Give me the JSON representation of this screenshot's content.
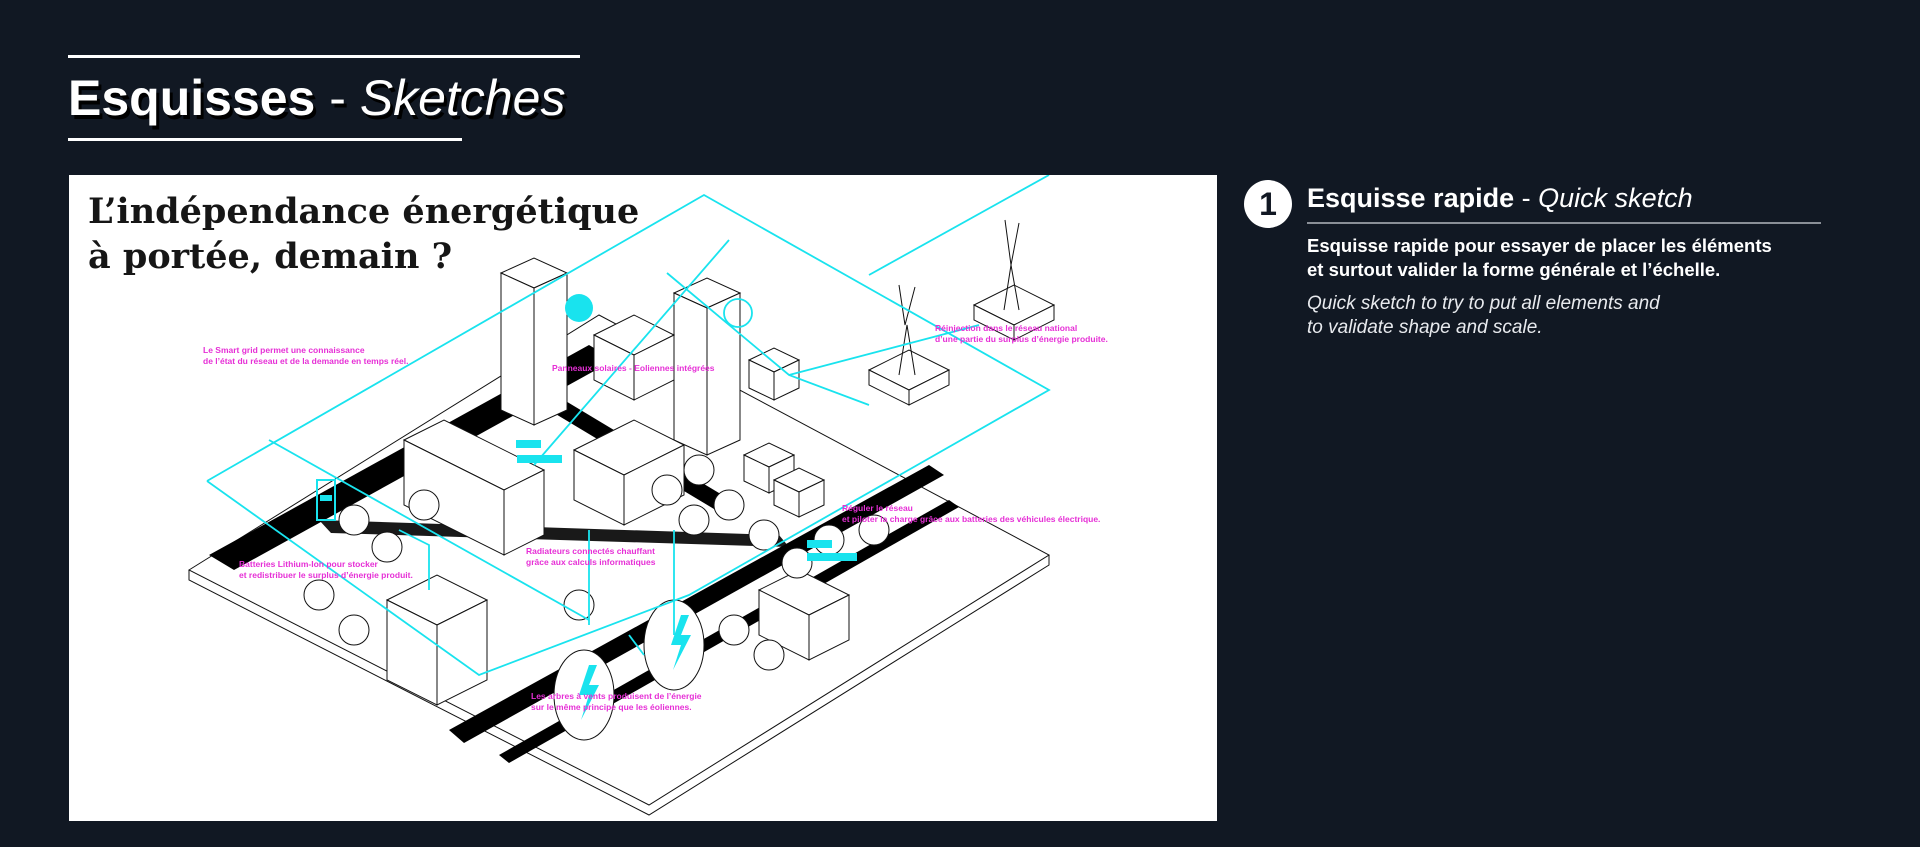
{
  "header": {
    "title_fr": "Esquisses",
    "title_sep": " - ",
    "title_en": "Sketches"
  },
  "sketch": {
    "heading_line1": "L’indépendance énergétique",
    "heading_line2": "à portée, demain ?",
    "annotations": {
      "smart_grid_1": "Le Smart grid permet une connaissance",
      "smart_grid_2": "de l’état du réseau et de la demande en temps réel.",
      "solar": "Panneaux solaires - Eoliennes intégrées",
      "reinjection_1": "Réinjection dans le réseau national",
      "reinjection_2": "d’une partie du surplus d’énergie produite.",
      "regulate_1": "Réguler le réseau",
      "regulate_2": "et piloter la charge grâce aux batteries des véhicules électrique.",
      "radiators_1": "Radiateurs connectés chauffant",
      "radiators_2": "grâce aux calculs informatiques",
      "batteries_1": "Batteries Lithium-Ion pour stocker",
      "batteries_2": "et redistribuer le surplus d’énergie produit.",
      "wind_trees_1": "Les arbres à vents produisent de l’énergie",
      "wind_trees_2": "sur le même principe que les éoliennes."
    },
    "colors": {
      "network": "#19e3ee",
      "annotation": "#e62fd6",
      "line": "#111111"
    }
  },
  "step": {
    "number": "1",
    "title_fr": "Esquisse rapide",
    "title_sep": " - ",
    "title_en": "Quick sketch",
    "desc_fr_line1": "Esquisse rapide pour essayer de placer les éléments",
    "desc_fr_line2": "et surtout valider la forme générale et l’échelle.",
    "desc_en_line1": "Quick sketch to try to put all elements and",
    "desc_en_line2": "to validate shape and scale."
  },
  "theme": {
    "background": "#111823",
    "text": "#ffffff"
  }
}
